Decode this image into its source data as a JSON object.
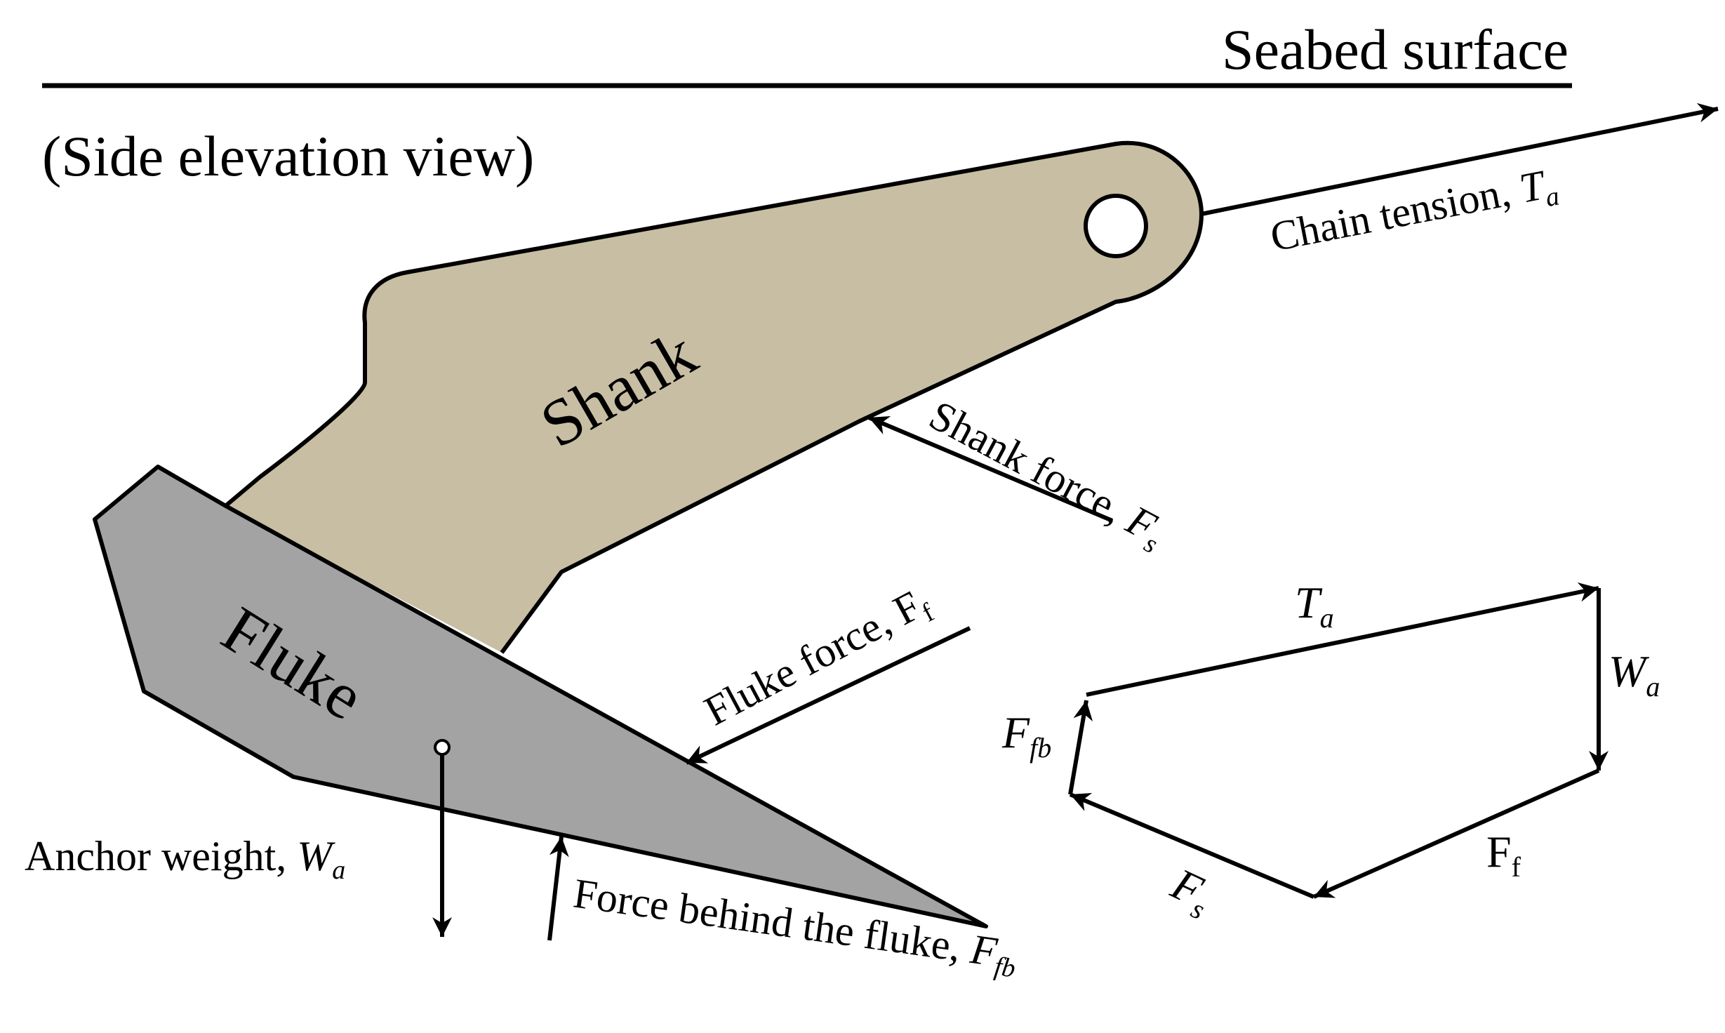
{
  "header": {
    "seabed_label": "Seabed surface",
    "view_label": "(Side elevation view)"
  },
  "parts": {
    "shank_label": "Shank",
    "fluke_label": "Fluke",
    "shank_color": "#c8bea3",
    "fluke_color": "#a3a3a3"
  },
  "forces": {
    "chain_tension": {
      "text": "Chain tension, ",
      "sym": "T",
      "sub": "a"
    },
    "shank_force": {
      "text": "Shank force, ",
      "sym": "F",
      "sub": "s"
    },
    "fluke_force": {
      "text": "Fluke force, ",
      "sym": "F",
      "sub": "f"
    },
    "anchor_weight": {
      "text": "Anchor weight, ",
      "sym": "W",
      "sub": "a"
    },
    "force_behind": {
      "text": "Force behind the fluke, ",
      "sym": "F",
      "sub": "fb"
    }
  },
  "polygon": {
    "ta": {
      "sym": "T",
      "sub": "a"
    },
    "wa": {
      "sym": "W",
      "sub": "a"
    },
    "ff": {
      "sym": "F",
      "sub": "f"
    },
    "fs": {
      "sym": "F",
      "sub": "s"
    },
    "ffb": {
      "sym": "F",
      "sub": "fb"
    }
  }
}
